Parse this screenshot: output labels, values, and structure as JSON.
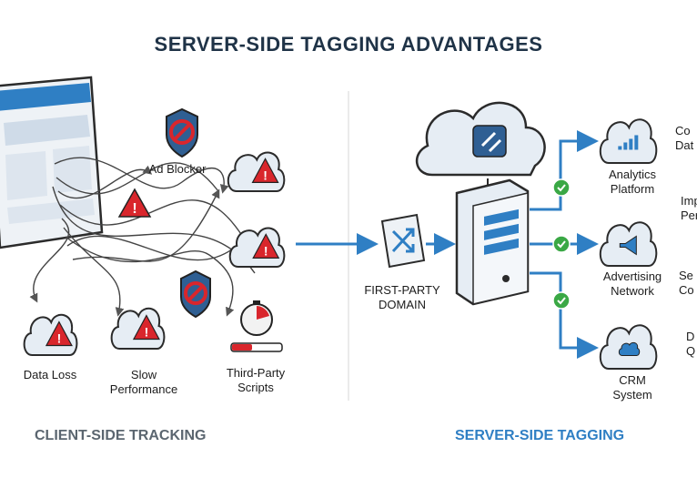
{
  "title": "SERVER-SIDE TAGGING ADVANTAGES",
  "client": {
    "section_label": "CLIENT-SIDE TRACKING",
    "ad_blocker": "Ad Blocker",
    "data_loss": "Data Loss",
    "slow_performance": "Slow\nPerformance",
    "third_party_scripts": "Third-Party\nScripts"
  },
  "server": {
    "section_label": "SERVER-SIDE TAGGING",
    "first_party_domain": "FIRST-PARTY\nDOMAIN",
    "destinations": [
      {
        "label": "Analytics\nPlatform",
        "benefit": "Co\nDat"
      },
      {
        "label": "Advertising\nNetwork",
        "benefit": "Se\nCo"
      },
      {
        "label": "CRM\nSystem",
        "benefit": "D\nQ"
      }
    ],
    "extra_benefit": "Imp\nPerfo"
  },
  "colors": {
    "accent_blue": "#2f7fc4",
    "warning_red": "#d9262c",
    "check_green": "#3aa845",
    "dark_outline": "#2b2b2b"
  }
}
